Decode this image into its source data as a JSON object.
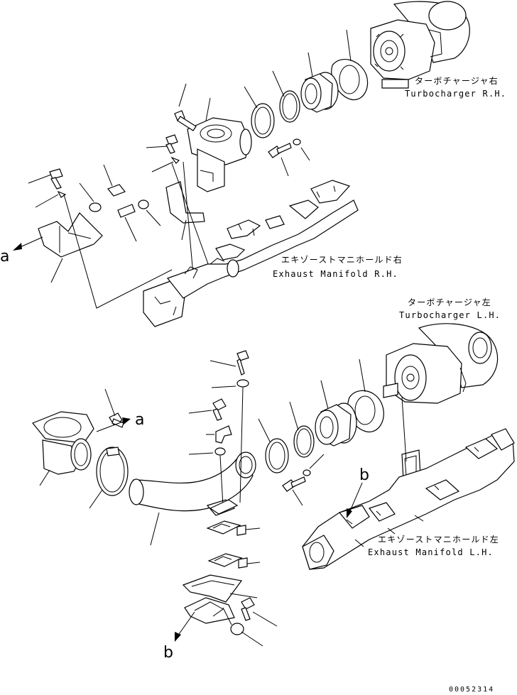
{
  "labels": {
    "turbo_rh_jp": "ターボチャージャ右",
    "turbo_rh_en": "Turbocharger R.H.",
    "manifold_rh_jp": "エキゾーストマニホールド右",
    "manifold_rh_en": "Exhaust Manifold R.H.",
    "turbo_lh_jp": "ターボチャージャ左",
    "turbo_lh_en": "Turbocharger L.H.",
    "manifold_lh_jp": "エキゾーストマニホールド左",
    "manifold_lh_en": "Exhaust Manifold L.H."
  },
  "refs": {
    "a": "a",
    "b": "b"
  },
  "drawing_code": "00052314"
}
